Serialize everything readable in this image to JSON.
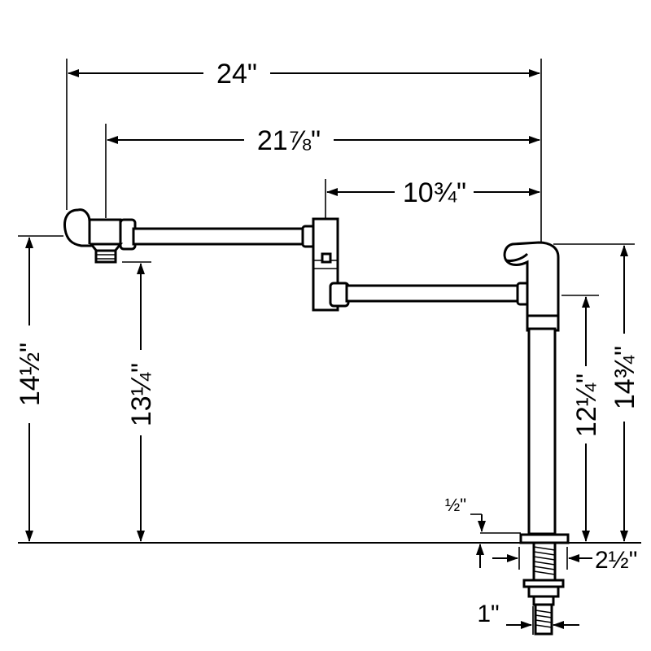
{
  "dimensions": {
    "overall_width": "24\"",
    "first_arm_width": "21⅞\"",
    "second_arm_width": "10¾\"",
    "left_height": "14½\"",
    "spout_outlet_height": "13¼\"",
    "right_arm_height": "12¼\"",
    "right_top_height": "14¾\"",
    "base_thickness": "½\"",
    "base_diameter": "2½\"",
    "shank_diameter": "1\""
  }
}
